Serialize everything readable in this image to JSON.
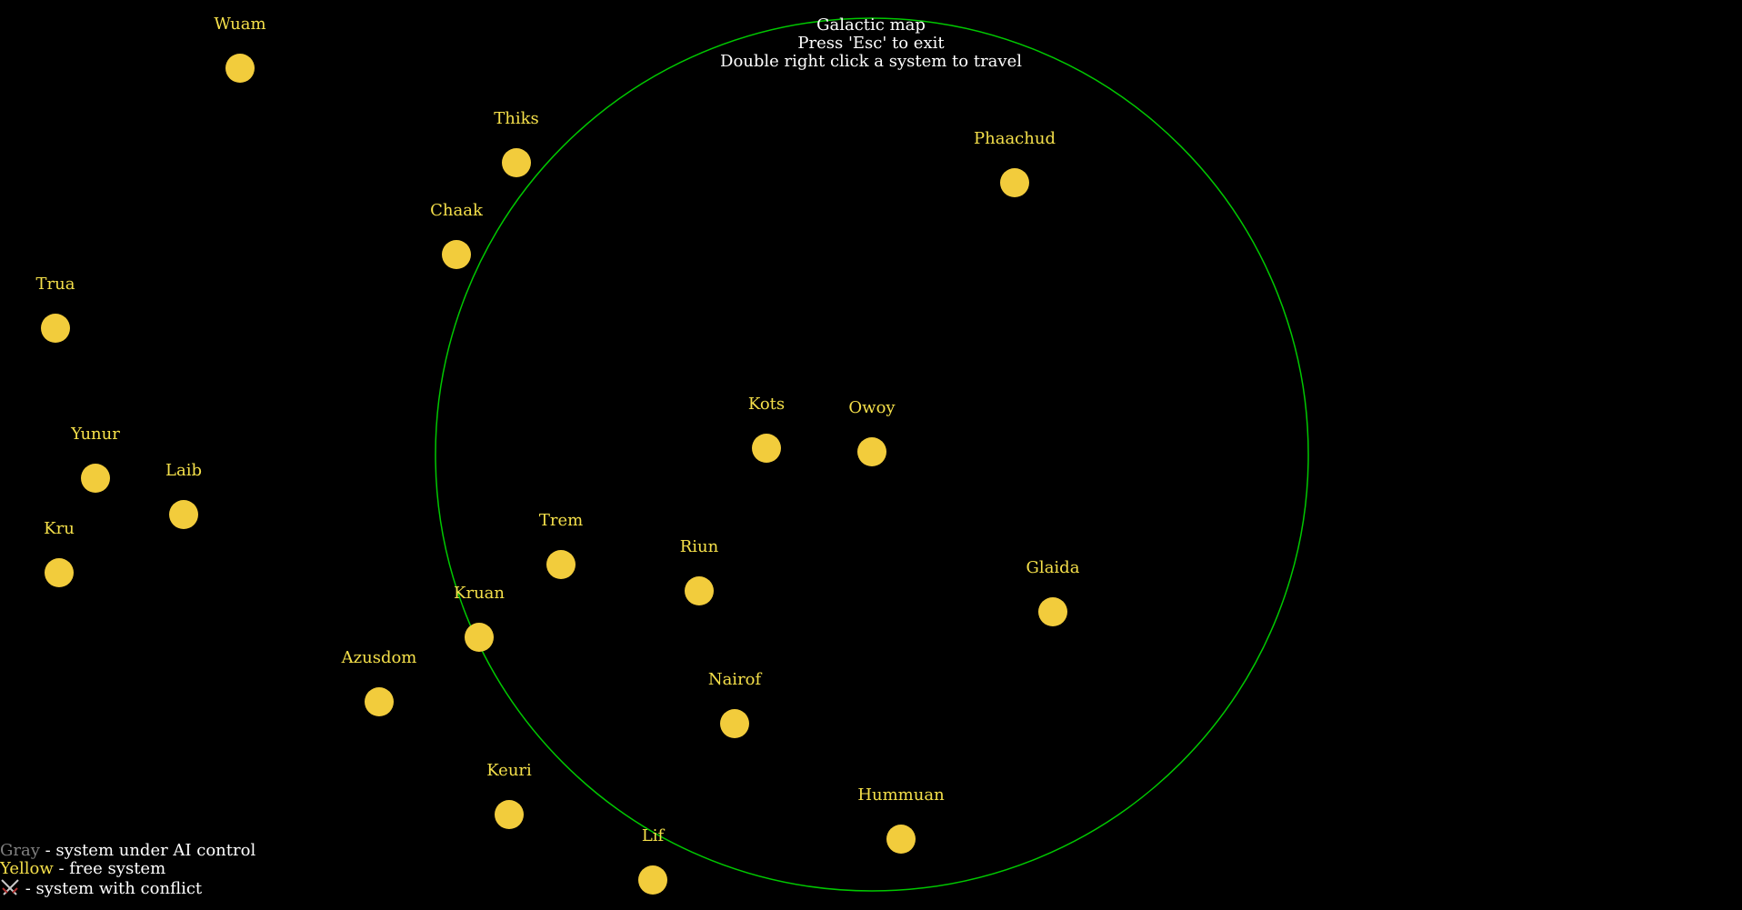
{
  "header": {
    "title": "Galactic map",
    "exit_hint": "Press 'Esc' to exit",
    "travel_hint": "Double right click a system to travel"
  },
  "colors": {
    "background": "#000000",
    "travel_range_circle": "#00c800",
    "free_system": "#f2cc3c",
    "free_label": "#f5e04a",
    "ai_system": "#808080",
    "conflict_icon": "#b03030"
  },
  "systems": [
    {
      "name": "Wuam"
    },
    {
      "name": "Thiks"
    },
    {
      "name": "Chaak"
    },
    {
      "name": "Trua"
    },
    {
      "name": "Yunur"
    },
    {
      "name": "Laib"
    },
    {
      "name": "Kru"
    },
    {
      "name": "Phaachud"
    },
    {
      "name": "Kots"
    },
    {
      "name": "Owoy"
    },
    {
      "name": "Trem"
    },
    {
      "name": "Riun"
    },
    {
      "name": "Glaida"
    },
    {
      "name": "Kruan"
    },
    {
      "name": "Azusdom"
    },
    {
      "name": "Nairof"
    },
    {
      "name": "Keuri"
    },
    {
      "name": "Hummuan"
    },
    {
      "name": "Lif"
    }
  ],
  "legend": {
    "gray_word": "Gray",
    "gray_desc": " - system under AI control",
    "yellow_word": "Yellow",
    "yellow_desc": " - free system",
    "conflict_icon": "crossed-swords-icon",
    "conflict_desc": " - system with conflict"
  }
}
